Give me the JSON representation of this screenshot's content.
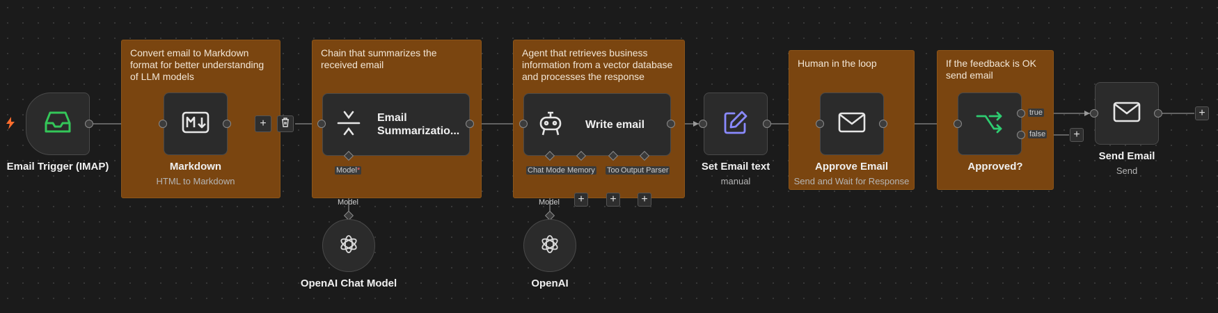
{
  "colors": {
    "background": "#1b1b1b",
    "sticky": "#7a4510",
    "node": "#2b2b2b",
    "trigger_icon": "#34c759",
    "edit_icon": "#8a8aff",
    "if_icon": "#2ecc71",
    "bolt": "#ff6d2d"
  },
  "stickies": [
    {
      "text": "Convert email to Markdown format for better understanding of LLM models"
    },
    {
      "text": "Chain that summarizes the received email"
    },
    {
      "text": "Agent that retrieves business information from a vector database and processes the response"
    },
    {
      "text": "Human in the loop"
    },
    {
      "text": "If the feedback is OK send email"
    }
  ],
  "nodes": {
    "trigger": {
      "title": "Email Trigger (IMAP)",
      "icon": "inbox-icon"
    },
    "markdown": {
      "title": "Markdown",
      "subtitle": "HTML to Markdown",
      "icon": "markdown-icon"
    },
    "summarization": {
      "title_line1": "Email",
      "title_line2": "Summarizatio...",
      "icon": "compress-icon"
    },
    "write_email": {
      "title": "Write email",
      "icon": "robot-icon"
    },
    "set_email": {
      "title": "Set Email text",
      "subtitle": "manual",
      "icon": "edit-icon"
    },
    "approve": {
      "title": "Approve Email",
      "subtitle": "Send and Wait for Response",
      "icon": "mail-icon"
    },
    "approved": {
      "title": "Approved?",
      "icon": "branch-icon"
    },
    "send": {
      "title": "Send Email",
      "subtitle": "Send",
      "icon": "mail-icon"
    },
    "openai_chat": {
      "title": "OpenAI Chat Model",
      "icon": "openai-icon"
    },
    "openai": {
      "title": "OpenAI",
      "icon": "openai-icon"
    }
  },
  "ports": {
    "summ_model": "Model",
    "summ_model_required": "*",
    "chat_model": "Chat Mode",
    "memory": "Memory",
    "tool": "Too",
    "output_parser": "Output Parser",
    "edge_model_1": "Model",
    "edge_model_2": "Model",
    "branch_true": "true",
    "branch_false": "false"
  },
  "buttons": {
    "plus": "+"
  }
}
